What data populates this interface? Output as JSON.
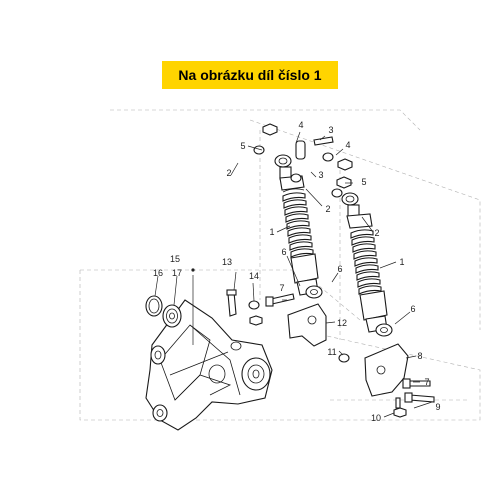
{
  "banner": {
    "text": "Na obrázku díl číslo 1"
  },
  "callouts": {
    "c1a": "1",
    "c1b": "1",
    "c2a": "2",
    "c2b": "2",
    "c2c": "2",
    "c3a": "3",
    "c3b": "3",
    "c4a": "4",
    "c4b": "4",
    "c5a": "5",
    "c5b": "5",
    "c6a": "6",
    "c6b": "6",
    "c6c": "6",
    "c7a": "7",
    "c7b": "7",
    "c8": "8",
    "c9": "9",
    "c10": "10",
    "c11": "11",
    "c12": "12",
    "c13": "13",
    "c14": "14",
    "c15": "15",
    "c16": "16",
    "c17": "17"
  },
  "colors": {
    "banner": "#ffd400",
    "line": "#1a1a1a",
    "dashed_frame": "#b0b0b0"
  }
}
